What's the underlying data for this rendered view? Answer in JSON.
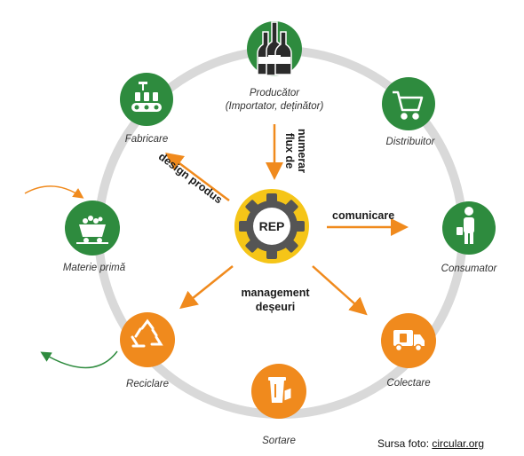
{
  "colors": {
    "green": "#2e8b3e",
    "orange": "#f08a1d",
    "ring": "#d9d9d9",
    "arrow": "#f08a1d",
    "center_yellow": "#f5c518",
    "gear": "#555555"
  },
  "center": {
    "label": "REP",
    "icon": "gear-icon"
  },
  "nodes": {
    "producator": {
      "line1": "Producător",
      "line2": "(Importator, deținător)",
      "icon": "bottles-icon"
    },
    "distribuitor": {
      "label": "Distribuitor",
      "icon": "shopping-cart-icon"
    },
    "consumator": {
      "label": "Consumator",
      "icon": "person-bag-icon"
    },
    "colectare": {
      "label": "Colectare",
      "icon": "truck-icon"
    },
    "sortare": {
      "label": "Sortare",
      "icon": "sorting-bin-icon"
    },
    "reciclare": {
      "label": "Reciclare",
      "icon": "recycle-icon"
    },
    "materie": {
      "label": "Materie primă",
      "icon": "mine-cart-icon"
    },
    "fabricare": {
      "label": "Fabricare",
      "icon": "factory-line-icon"
    }
  },
  "flows": {
    "flux": {
      "line1": "flux de",
      "line2": "numerar"
    },
    "design": "design produs",
    "comunicare": "comunicare",
    "management": {
      "line1": "management",
      "line2": "deșeuri"
    }
  },
  "source": {
    "prefix": "Sursa foto: ",
    "link": "circular.org"
  }
}
